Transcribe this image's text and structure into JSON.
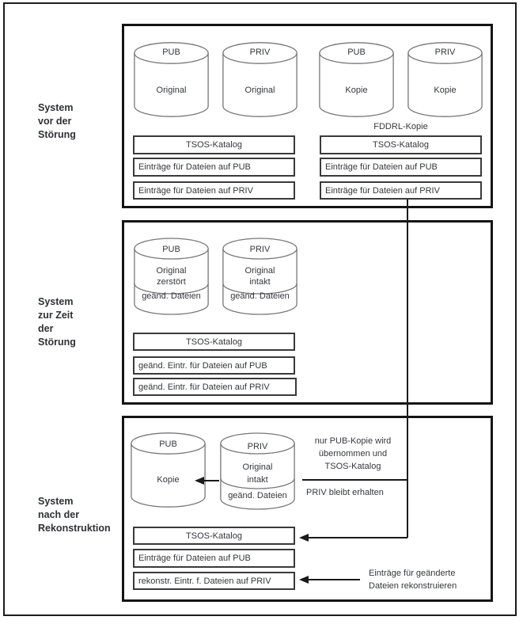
{
  "palette": {
    "frame_ink": "#1c1c1c",
    "section_border": "#141414",
    "box_border": "#3a3a3a",
    "cylinder_stroke": "#777777",
    "text": "#34373d"
  },
  "s1": {
    "label": [
      "System",
      "vor der",
      "Störung"
    ],
    "cyls": [
      {
        "name": "PUB",
        "body": "Original"
      },
      {
        "name": "PRIV",
        "body": "Original"
      },
      {
        "name": "PUB",
        "body": "Kopie"
      },
      {
        "name": "PRIV",
        "body": "Kopie"
      }
    ],
    "fddrl_caption": "FDDRL-Kopie",
    "left_boxes": [
      "TSOS-Katalog",
      "Einträge für Dateien auf PUB",
      "Einträge für Dateien auf PRIV"
    ],
    "right_boxes": [
      "TSOS-Katalog",
      "Einträge für Dateien auf PUB",
      "Einträge für Dateien auf PRIV"
    ]
  },
  "s2": {
    "label": [
      "System",
      "zur Zeit",
      "der",
      "Störung"
    ],
    "cyls": [
      {
        "name": "PUB",
        "l1": "Original",
        "l2": "zerstört",
        "seg": "geänd. Dateien"
      },
      {
        "name": "PRIV",
        "l1": "Original",
        "l2": "intakt",
        "seg": "geänd. Dateien"
      }
    ],
    "boxes": [
      "TSOS-Katalog",
      "geänd. Eintr. für Dateien auf PUB",
      "geänd. Eintr. für Dateien auf PRIV"
    ]
  },
  "s3": {
    "label": [
      "System",
      "nach der",
      "Rekonstruktion"
    ],
    "cyls": [
      {
        "name": "PUB",
        "body": "Kopie"
      },
      {
        "name": "PRIV",
        "l1": "Original",
        "l2": "intakt",
        "seg": "geänd. Dateien"
      }
    ],
    "note_transfer": [
      "nur PUB-Kopie wird",
      "übernommen und",
      "TSOS-Katalog"
    ],
    "note_priv": "PRIV bleibt erhalten",
    "note_rebuild": [
      "Einträge für geänderte",
      "Dateien rekonstruieren"
    ],
    "boxes": [
      "TSOS-Katalog",
      "Einträge für Dateien auf PUB",
      "rekonstr. Eintr. f. Dateien auf PRIV"
    ]
  }
}
